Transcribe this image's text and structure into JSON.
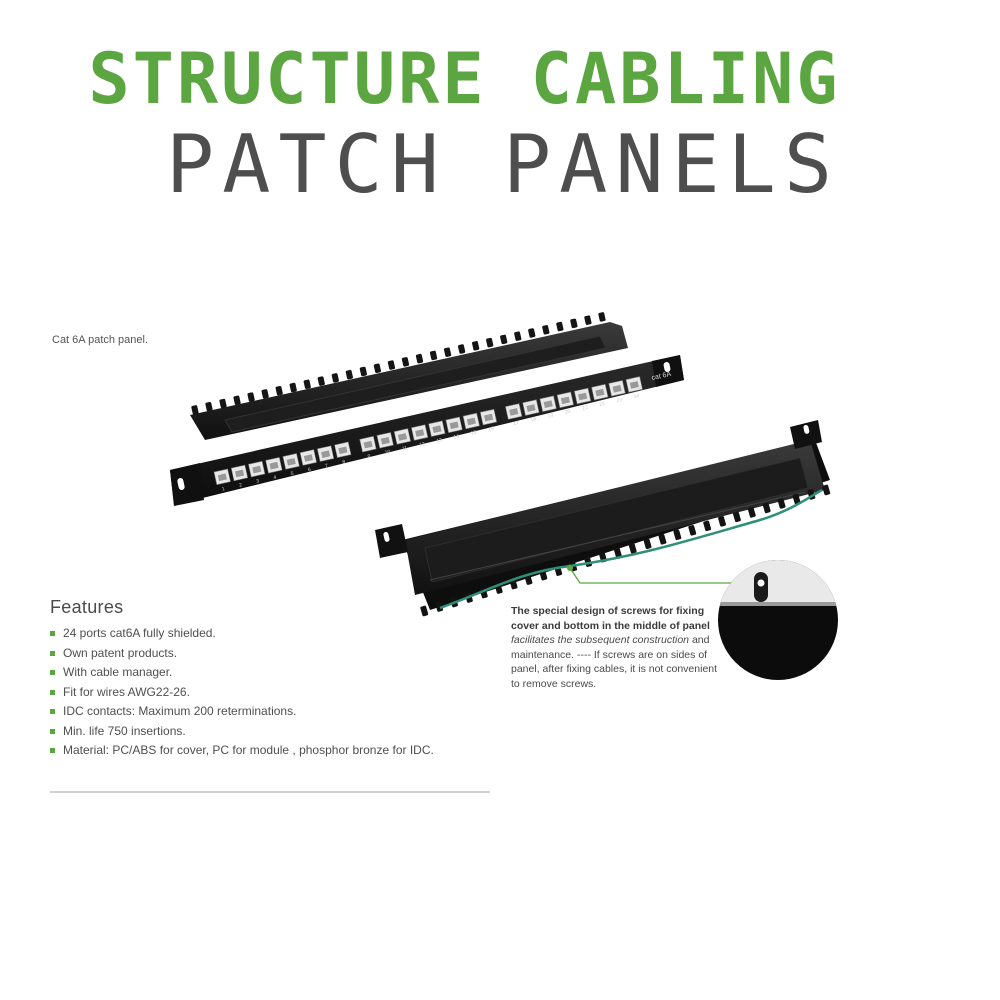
{
  "header": {
    "title_line1": "STRUCTURE CABLING",
    "title_line2": "PATCH PANELS",
    "accent_color": "#5ba640",
    "dark_color": "#4e4e4e"
  },
  "caption": "Cat 6A patch panel.",
  "product": {
    "panel_label": "cat 6A",
    "port_numbers": [
      "1",
      "2",
      "3",
      "4",
      "5",
      "6",
      "7",
      "8",
      "9",
      "10",
      "11",
      "12",
      "13",
      "14",
      "15",
      "16",
      "17",
      "18",
      "19",
      "20",
      "21",
      "22",
      "23",
      "24"
    ]
  },
  "features": {
    "heading": "Features",
    "items": [
      "24 ports cat6A fully shielded.",
      "Own patent products.",
      "With cable manager.",
      "Fit for wires AWG22-26.",
      "IDC contacts: Maximum 200 reterminations.",
      "Min.  life 750  insertions.",
      "Material: PC/ABS for cover, PC for module , phosphor bronze for IDC."
    ]
  },
  "note": {
    "bold_text": "The special design of screws for fixing cover and bottom in the middle of panel",
    "italic_text": "facilitates the subsequent construction",
    "normal_text": "and maintenance. ---- If screws are on sides of panel, after fixing cables, it is not convenient to remove screws."
  }
}
